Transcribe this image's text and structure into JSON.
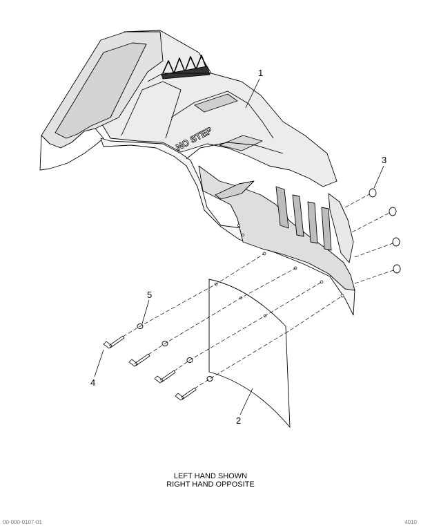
{
  "callouts": {
    "fender": "1",
    "mud_flap": "2",
    "washer_right": "3",
    "bolt": "4",
    "washer_left": "5"
  },
  "embossed_text": "NO STEP",
  "caption": {
    "line1": "LEFT HAND SHOWN",
    "line2": "RIGHT HAND OPPOSITE"
  },
  "footer": {
    "left": "00-000-0107-01",
    "right": "4010"
  }
}
